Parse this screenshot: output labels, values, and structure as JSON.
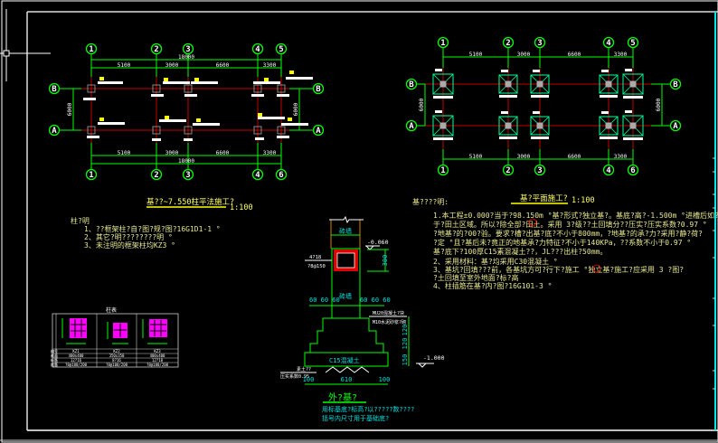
{
  "left_plan": {
    "title": "基??~7.550柱平法施工?",
    "scale": "1:100",
    "axes_x": [
      "1",
      "2",
      "3",
      "4",
      "5"
    ],
    "axes_x_bottom": [
      "1",
      "2",
      "3",
      "4",
      "6"
    ],
    "axes_y": [
      "B",
      "A"
    ],
    "dims": [
      "5100",
      "3000",
      "6600",
      "3300"
    ],
    "total": "18000",
    "bay": "6000"
  },
  "left_notes": {
    "heading": "柱?明",
    "items": [
      "1、??框架柱?自?图?规?图?16G1D1-1 °",
      "2、其它?明????????明 °",
      "3、未注明的框架柱均KZ3 °"
    ]
  },
  "right_plan": {
    "title": "基?平面施工?",
    "scale": "1:100",
    "axes_x": [
      "1",
      "2",
      "3",
      "4",
      "5"
    ],
    "axes_x_bottom": [
      "1",
      "2",
      "3",
      "4",
      "6"
    ],
    "axes_y": [
      "B",
      "A"
    ],
    "dims": [
      "5100",
      "3000",
      "6600",
      "3300"
    ],
    "bay": "6000"
  },
  "right_notes": {
    "heading": "基????明:",
    "lines": [
      "1.本工程±0.000?当于?98.150m °基?形式?独立基?。基底?高?-1.500m °进槽后如?地基?告。本工程",
      "  于?田土区域。所以?除全部?田土。采用  3?级??土回填分??压实?压实系数?0.97 °",
      "  ?地基?的?00?验。要求?槽?出基?底?不小于800mm，?地基?的承?力?采用?静?荷?",
      "  ?定 °且?基后未?竟正的地基承?力特征?不小于140KPa，??系数不小于0.97 °",
      "  基?底下?100厚C15素混凝土??，JL???出柱?50mm。",
      "2、采用材料：基?均采用C30混凝土 °",
      "3、基坑?回填???前，各基坑方可?行下?施工 °独立基?施工?应采用  3 ?图?",
      "  ?土回填至室外地面?标?高",
      "4、柱插筋在基?内?图?16G101-3 °"
    ]
  },
  "section": {
    "title": "外?基?",
    "subtitle_1": "用标基底?标高?以?????数????",
    "subtitle_2": "括号内尺寸用于基础底?",
    "wall_label": "砖墙",
    "column_label": "砖墙",
    "top_level": "-0.060",
    "bottom_level": "-1.000",
    "beam_h": "300",
    "beam_tag_1": "4?18",
    "beam_tag_2": "?8@150",
    "step_dims_left": "60 60 60",
    "step_dims_right": "60 60 60",
    "step_note_1": "MU20混凝土?块",
    "step_note_2": "M10水泥砂浆?砌",
    "heights": [
      "120",
      "120",
      "150"
    ],
    "concrete": "C15混凝土",
    "soil_1": "素土??",
    "soil_2": "压实系数0.95",
    "base_dims": [
      "100",
      "610",
      "100"
    ]
  },
  "column_table": {
    "title": "柱表",
    "cols": [
      "KZ1",
      "KZ2",
      "KZ3"
    ],
    "rows": [
      [
        "编号",
        "KZ1",
        "KZ2",
        "KZ3"
      ],
      [
        "截面",
        "400x400",
        "350x350",
        "400x400"
      ],
      [
        "纵筋",
        "12?16",
        "8?16",
        "12?18"
      ],
      [
        "箍筋",
        "?8@100/200",
        "?8@100/200",
        "?8@100/200"
      ]
    ]
  },
  "colors": {
    "background": "#000000",
    "grid": "#00ff00",
    "axis_line": "#c00000",
    "notes": "#e8e890",
    "title": "#ffff00",
    "frame": "#00e5e5"
  }
}
